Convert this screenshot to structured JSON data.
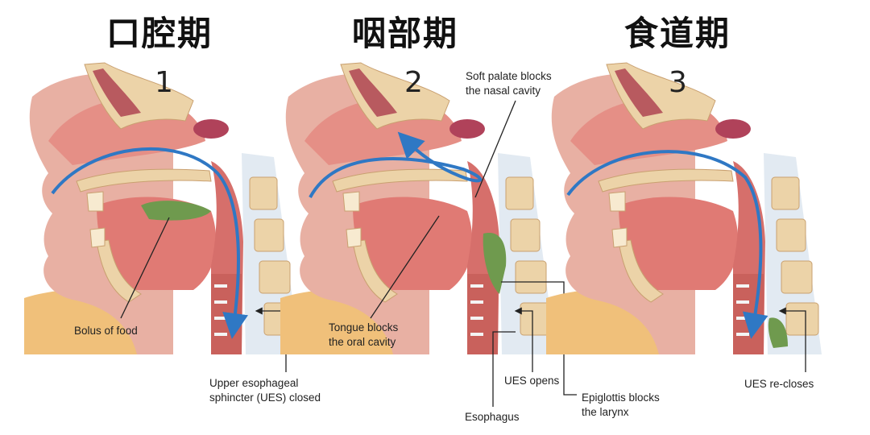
{
  "stages": [
    {
      "title": "口腔期",
      "number": "1"
    },
    {
      "title": "咽部期",
      "number": "2"
    },
    {
      "title": "食道期",
      "number": "3"
    }
  ],
  "labels": {
    "bolus": "Bolus of food",
    "ues_closed_1": "Upper esophageal",
    "ues_closed_2": "sphincter (UES) closed",
    "soft_palate_1": "Soft palate blocks",
    "soft_palate_2": "the nasal cavity",
    "tongue_1": "Tongue blocks",
    "tongue_2": "the oral cavity",
    "ues_opens": "UES opens",
    "epiglottis_1": "Epiglottis blocks",
    "epiglottis_2": "the larynx",
    "esophagus": "Esophagus",
    "ues_recloses": "UES re-closes"
  },
  "colors": {
    "tissue": "#e58f86",
    "tissue_dark": "#c9615c",
    "bone": "#ecd3a8",
    "bolus": "#6f9a4e",
    "arrow": "#2f78c4",
    "neck": "#f0c07a"
  }
}
